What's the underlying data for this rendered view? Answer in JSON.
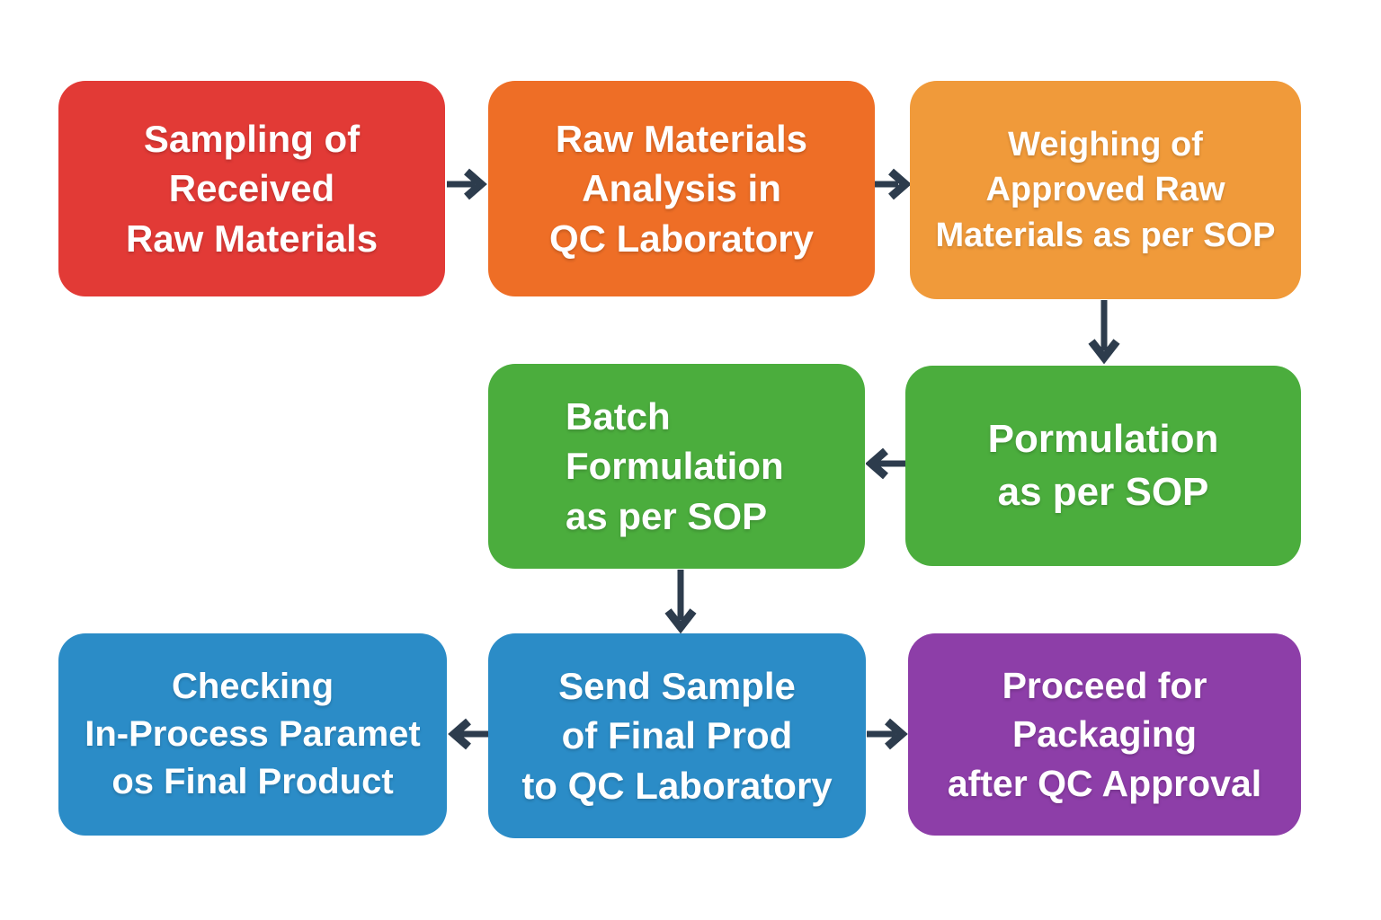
{
  "title": "Pharmaceutical production QC process flowchart",
  "background_color": "#ffffff",
  "arrow_color": "#2d3c4d",
  "boxes": [
    {
      "id": "sampling",
      "label": "Sampling of\nReceived\nRaw Materials",
      "color": "#e23a36"
    },
    {
      "id": "raw-analysis",
      "label": "Raw Materials\nAnalysis in\nQC Laboratory",
      "color": "#ee6e26"
    },
    {
      "id": "weighing",
      "label": "Weighing of\nApproved Raw\nMaterials as per SOP",
      "color": "#f09a3a"
    },
    {
      "id": "batch-formulation",
      "label": "Batch\nFormulation\nas per SOP",
      "color": "#4bad3d"
    },
    {
      "id": "formulation",
      "label": "Pormulation\nas per SOP",
      "color": "#4bad3d"
    },
    {
      "id": "checking",
      "label": "Checking\nIn-Process Paramet\nos Final Product",
      "color": "#2b8cc7"
    },
    {
      "id": "send-sample",
      "label": "Send Sample\nof Final Prod\nto QC Laboratory",
      "color": "#2b8cc7"
    },
    {
      "id": "packaging",
      "label": "Proceed for\nPackaging\nafter QC Approval",
      "color": "#8d3ea8"
    }
  ],
  "connections": [
    {
      "from": "sampling",
      "to": "raw-analysis",
      "direction": "right"
    },
    {
      "from": "raw-analysis",
      "to": "weighing",
      "direction": "right"
    },
    {
      "from": "weighing",
      "to": "formulation",
      "direction": "down"
    },
    {
      "from": "formulation",
      "to": "batch-formulation",
      "direction": "left"
    },
    {
      "from": "batch-formulation",
      "to": "send-sample",
      "direction": "down"
    },
    {
      "from": "send-sample",
      "to": "checking",
      "direction": "left"
    },
    {
      "from": "send-sample",
      "to": "packaging",
      "direction": "right"
    }
  ]
}
